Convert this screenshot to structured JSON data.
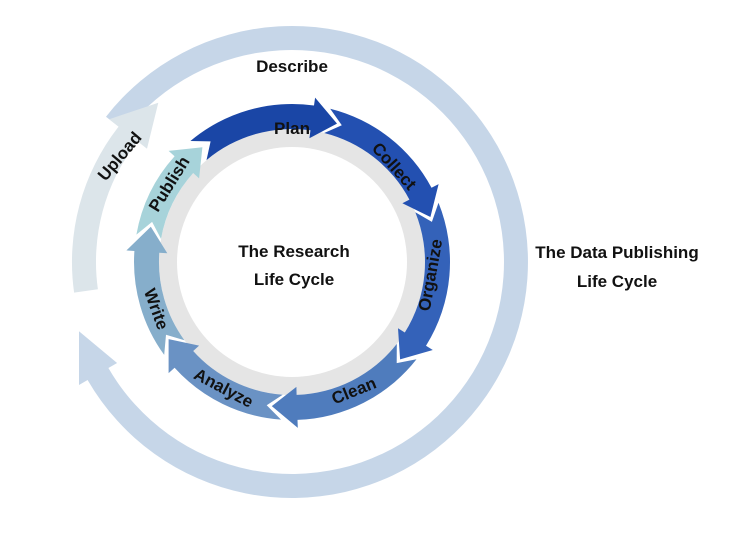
{
  "center_title": {
    "line1": "The Research",
    "line2": "Life Cycle"
  },
  "side_title": {
    "line1": "The Data Publishing",
    "line2": "Life Cycle"
  },
  "research_cycle": [
    {
      "label": "Plan",
      "color": "#1a46a6"
    },
    {
      "label": "Collect",
      "color": "#2350b1"
    },
    {
      "label": "Organize",
      "color": "#3462b9"
    },
    {
      "label": "Clean",
      "color": "#4f7cbd"
    },
    {
      "label": "Analyze",
      "color": "#6a92c4"
    },
    {
      "label": "Write",
      "color": "#86aecb"
    },
    {
      "label": "Publish",
      "color": "#a7d3da"
    }
  ],
  "publishing_cycle": [
    {
      "label": "Describe",
      "color": "#c3d4e7"
    },
    {
      "label": "Upload",
      "color": "#dce5ea"
    }
  ],
  "colors": {
    "inner_disc": "#e5e5e5",
    "text": "#111111"
  }
}
